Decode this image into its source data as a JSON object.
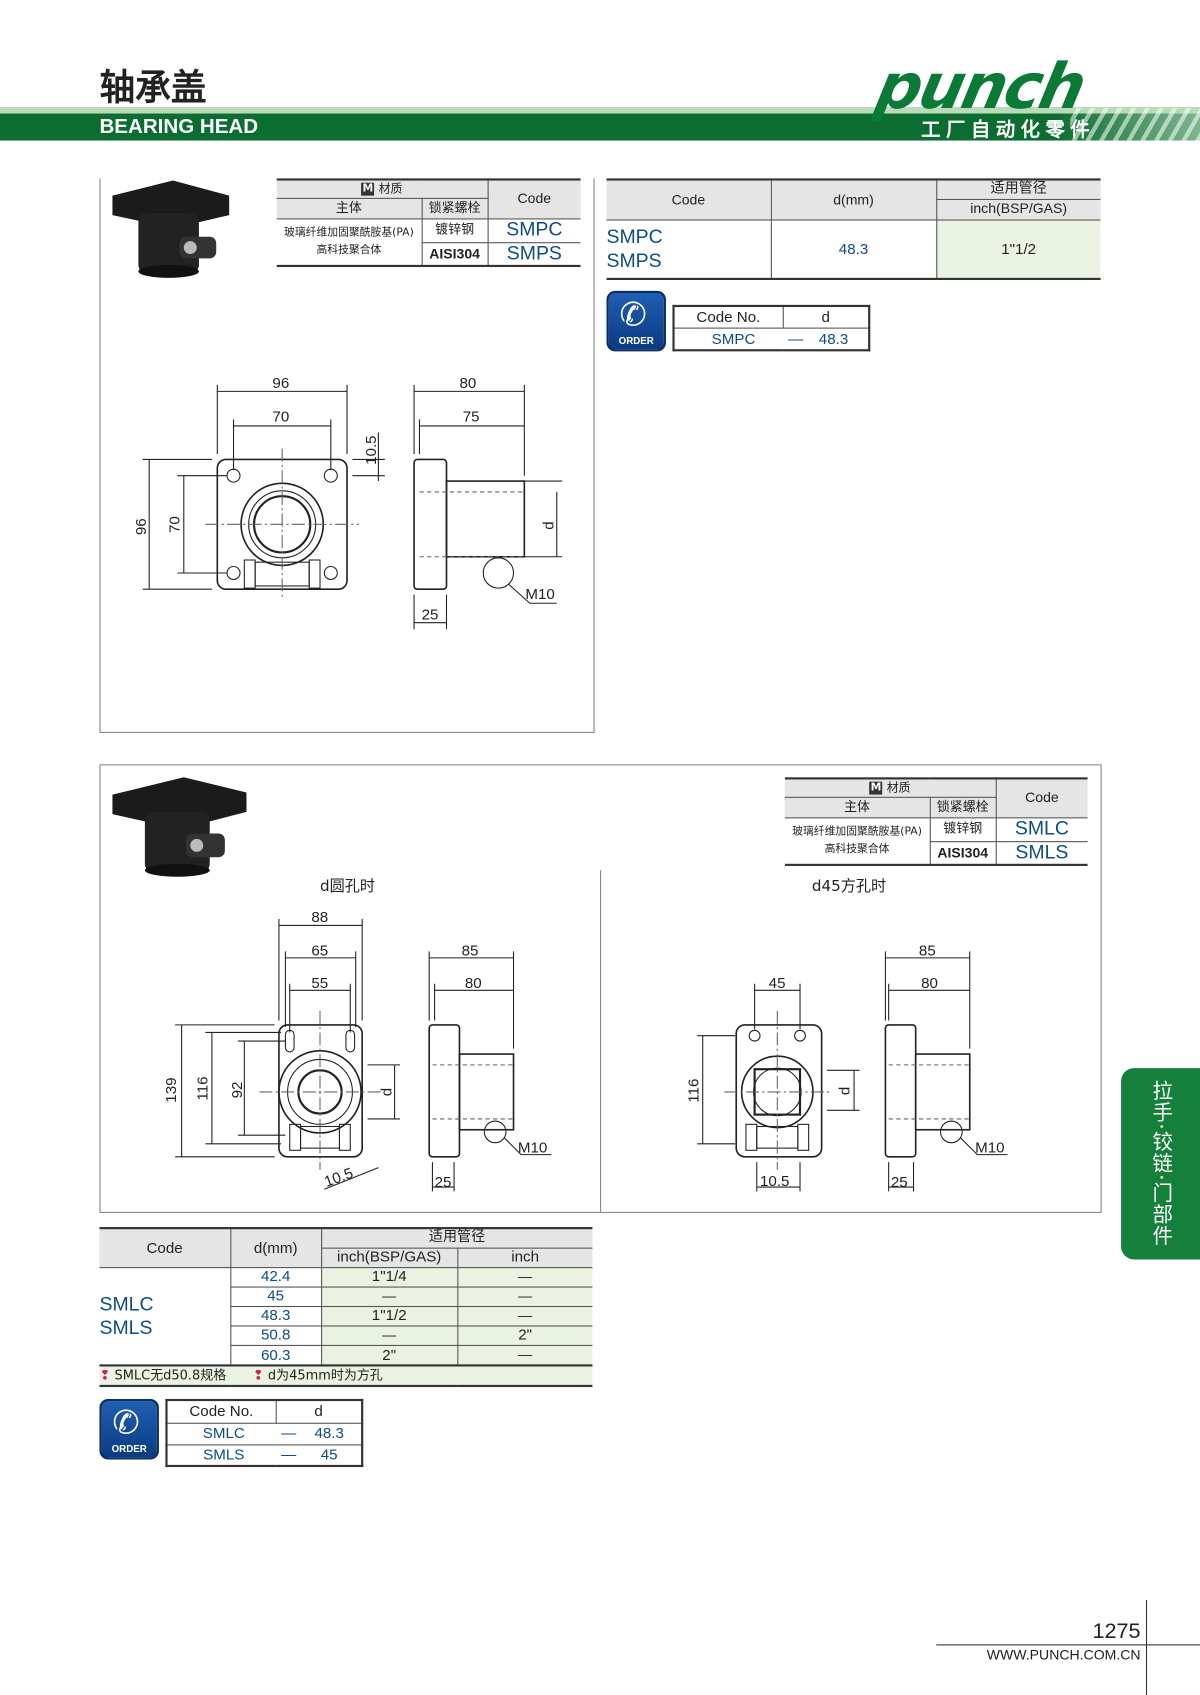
{
  "header": {
    "title_cn": "轴承盖",
    "title_en": "BEARING HEAD",
    "logo": "punch",
    "tagline": "工厂自动化零件"
  },
  "section1": {
    "material_table": {
      "badge": "M",
      "material": "材质",
      "col_body": "主体",
      "col_bolt": "锁紧螺栓",
      "col_code": "Code",
      "body_line1": "玻璃纤维加固聚酰胺基(PA)",
      "body_line2": "高科技聚合体",
      "bolt1": "镀锌钢",
      "bolt2": "AISI304",
      "code1": "SMPC",
      "code2": "SMPS"
    },
    "spec_table": {
      "col_code": "Code",
      "col_d": "d(mm)",
      "col_pipe": "适用管径",
      "col_inch": "inch(BSP/GAS)",
      "code1": "SMPC",
      "code2": "SMPS",
      "d": "48.3",
      "inch": "1\"1/2"
    },
    "order": {
      "icon_text": "ORDER",
      "col_code": "Code No.",
      "col_d": "d",
      "code": "SMPC",
      "dash": "—",
      "d": "48.3"
    },
    "drawing": {
      "w_outer": "96",
      "w_inner": "70",
      "h_outer": "96",
      "h_inner": "70",
      "offset": "10.5",
      "side_len": "80",
      "side_body": "75",
      "d": "d",
      "thread": "M10",
      "flange": "25"
    }
  },
  "section2": {
    "material_table": {
      "badge": "M",
      "material": "材质",
      "col_body": "主体",
      "col_bolt": "锁紧螺栓",
      "col_code": "Code",
      "body_line1": "玻璃纤维加固聚酰胺基(PA)",
      "body_line2": "高科技聚合体",
      "bolt1": "镀锌钢",
      "bolt2": "AISI304",
      "code1": "SMLC",
      "code2": "SMLS"
    },
    "label_round": "d圆孔时",
    "label_square": "d45方孔时",
    "drawing_round": {
      "w1": "88",
      "w2": "65",
      "w3": "55",
      "h1": "139",
      "h2": "116",
      "h3": "92",
      "d": "d",
      "offset": "10.5",
      "side_len": "85",
      "side_body": "80",
      "thread": "M10",
      "flange": "25"
    },
    "drawing_square": {
      "w1": "45",
      "h1": "116",
      "d": "d",
      "offset": "10.5",
      "side_len": "85",
      "side_body": "80",
      "thread": "M10",
      "flange": "25"
    },
    "spec_table": {
      "col_code": "Code",
      "col_d": "d(mm)",
      "col_pipe": "适用管径",
      "col_bsp": "inch(BSP/GAS)",
      "col_inch": "inch",
      "code1": "SMLC",
      "code2": "SMLS",
      "rows": [
        {
          "d": "42.4",
          "bsp": "1\"1/4",
          "inch": "—"
        },
        {
          "d": "45",
          "bsp": "—",
          "inch": "—"
        },
        {
          "d": "48.3",
          "bsp": "1\"1/2",
          "inch": "—"
        },
        {
          "d": "50.8",
          "bsp": "—",
          "inch": "2\""
        },
        {
          "d": "60.3",
          "bsp": "2\"",
          "inch": "—"
        }
      ],
      "note1": "SMLC无d50.8规格",
      "note2": "d为45mm时为方孔"
    },
    "order": {
      "icon_text": "ORDER",
      "col_code": "Code No.",
      "col_d": "d",
      "rows": [
        {
          "code": "SMLC",
          "dash": "—",
          "d": "48.3"
        },
        {
          "code": "SMLS",
          "dash": "—",
          "d": "45"
        }
      ]
    }
  },
  "side_tab": "拉手·铰链·门部件",
  "footer": {
    "page": "1275",
    "url": "WWW.PUNCH.COM.CN"
  }
}
